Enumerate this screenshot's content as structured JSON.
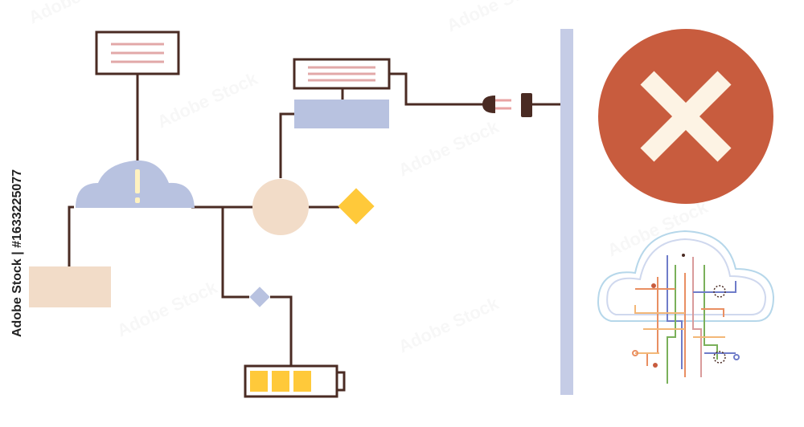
{
  "watermark": {
    "side_text": "Adobe Stock | #1633225077",
    "tile_text": "Adobe Stock"
  },
  "icons": [
    "alert-note-icon",
    "note-icon",
    "cloud-alert-icon",
    "power-plug-icon",
    "power-socket-icon",
    "close-icon",
    "cloud-circuit-icon",
    "battery-icon"
  ],
  "colors": {
    "line": "#4a2b23",
    "lavender": "#b8c2e0",
    "peach": "#f2dcc8",
    "note_lines": "#e2a8a8",
    "yellow": "#ffc93a",
    "alert_red": "#c85c3e",
    "wall": "#c5cce6"
  },
  "battery": {
    "filled_cells": 3,
    "total_cells": 3
  }
}
